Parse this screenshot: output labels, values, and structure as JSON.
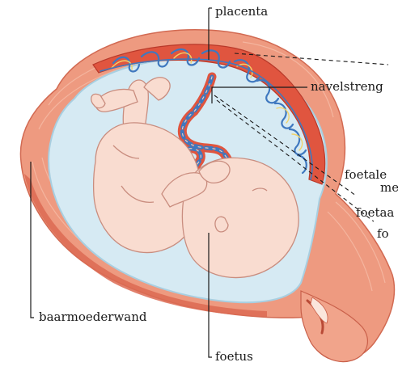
{
  "labels": {
    "placenta": "placenta",
    "navelstreng": "navelstreng",
    "foetale_1": "foetale",
    "foetale_2": "me",
    "foetaa": "foetaa",
    "fo": "fo",
    "baarmoederwand": "baarmoederwand",
    "foetus": "foetus"
  },
  "colors": {
    "uterus_wall": "#ee9a80",
    "uterus_wall_dark": "#d9624a",
    "uterus_wall_light": "#f6b9a4",
    "amniotic_fluid": "#d6eaf3",
    "fetus_skin": "#f9dcd0",
    "fetus_outline": "#c98d7f",
    "placenta_red": "#e0553f",
    "vessel_blue": "#3f78bf",
    "vessel_yellow": "#f1d36a",
    "text": "#1a1a1a"
  }
}
